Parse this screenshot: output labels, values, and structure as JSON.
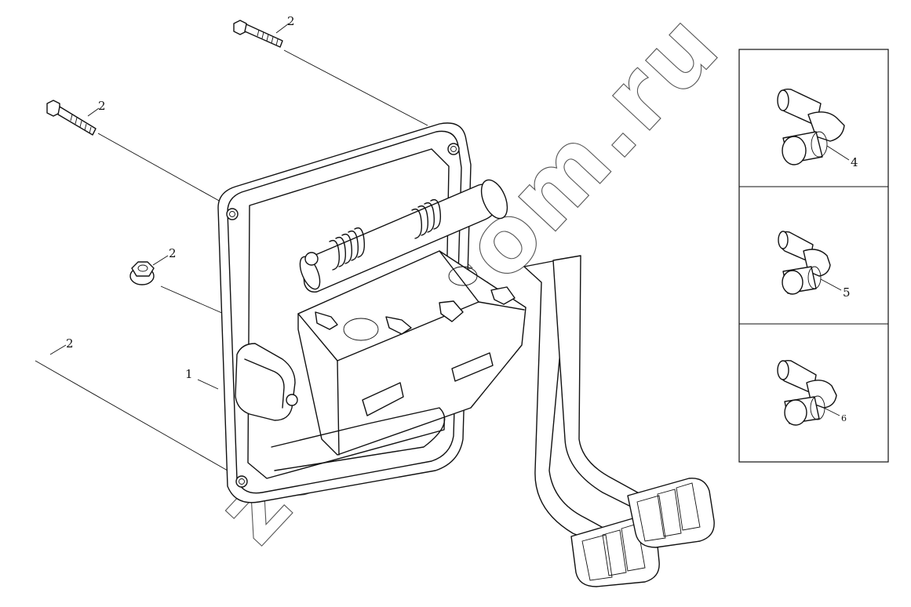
{
  "diagram": {
    "callouts": {
      "assembly": "1",
      "bolt_top": "2",
      "bolt_left": "2",
      "nut": "2",
      "bolt_lower": "2",
      "sensor_a": "4",
      "sensor_b": "5",
      "sensor_c": "6"
    },
    "watermark": "zeekrcom.ru"
  }
}
